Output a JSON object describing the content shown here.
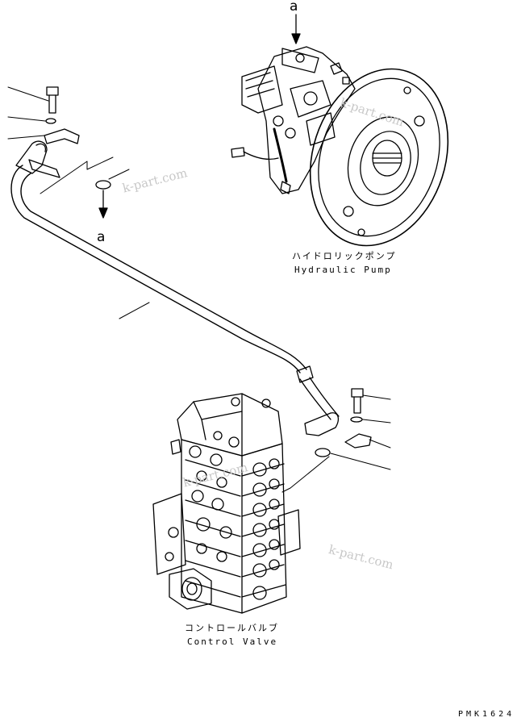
{
  "ref_marks": {
    "pump_top": "a",
    "pipe_side": "a"
  },
  "pump": {
    "label_jp": "ハイドロリックポンプ",
    "label_en": "Hydraulic Pump"
  },
  "valve": {
    "label_jp": "コントロールバルブ",
    "label_en": "Control Valve"
  },
  "watermark": "k-part.com",
  "drawing_code": "PMK1624"
}
